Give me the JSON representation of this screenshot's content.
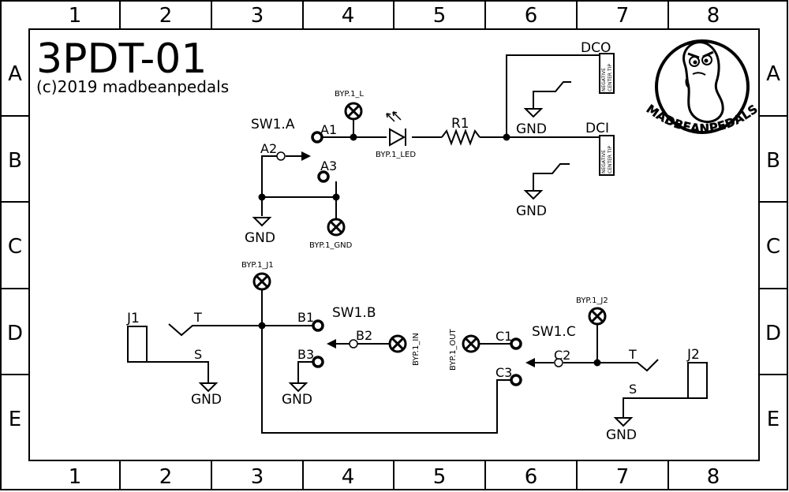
{
  "frame": {
    "columns": [
      "1",
      "2",
      "3",
      "4",
      "5",
      "6",
      "7",
      "8"
    ],
    "rows": [
      "A",
      "B",
      "C",
      "D",
      "E"
    ]
  },
  "title": {
    "name": "3PDT-01",
    "copyright": "(c)2019 madbeanpedals"
  },
  "logo": {
    "text": "MADBEANPEDALS"
  },
  "switch_sections": {
    "a": "SW1.A",
    "b": "SW1.B",
    "c": "SW1.C"
  },
  "pins": {
    "a1": "A1",
    "a2": "A2",
    "a3": "A3",
    "b1": "B1",
    "b2": "B2",
    "b3": "B3",
    "c1": "C1",
    "c2": "C2",
    "c3": "C3"
  },
  "parts": {
    "r1": "R1",
    "dco": "DCO",
    "dci": "DCI",
    "dc_jack_text_1": "NEGATIVE",
    "dc_jack_text_2": "CENTER TIP",
    "j1": "J1",
    "j2": "J2",
    "tip": "T",
    "sleeve": "S",
    "gnd": "GND"
  },
  "pads": {
    "byp_l": "BYP.1_L",
    "byp_led": "BYP.1_LED",
    "byp_gnd": "BYP.1_GND",
    "byp_j1": "BYP.1_J1",
    "byp_j2": "BYP.1_J2",
    "byp_in": "BYP.1_IN",
    "byp_out": "BYP.1_OUT"
  }
}
